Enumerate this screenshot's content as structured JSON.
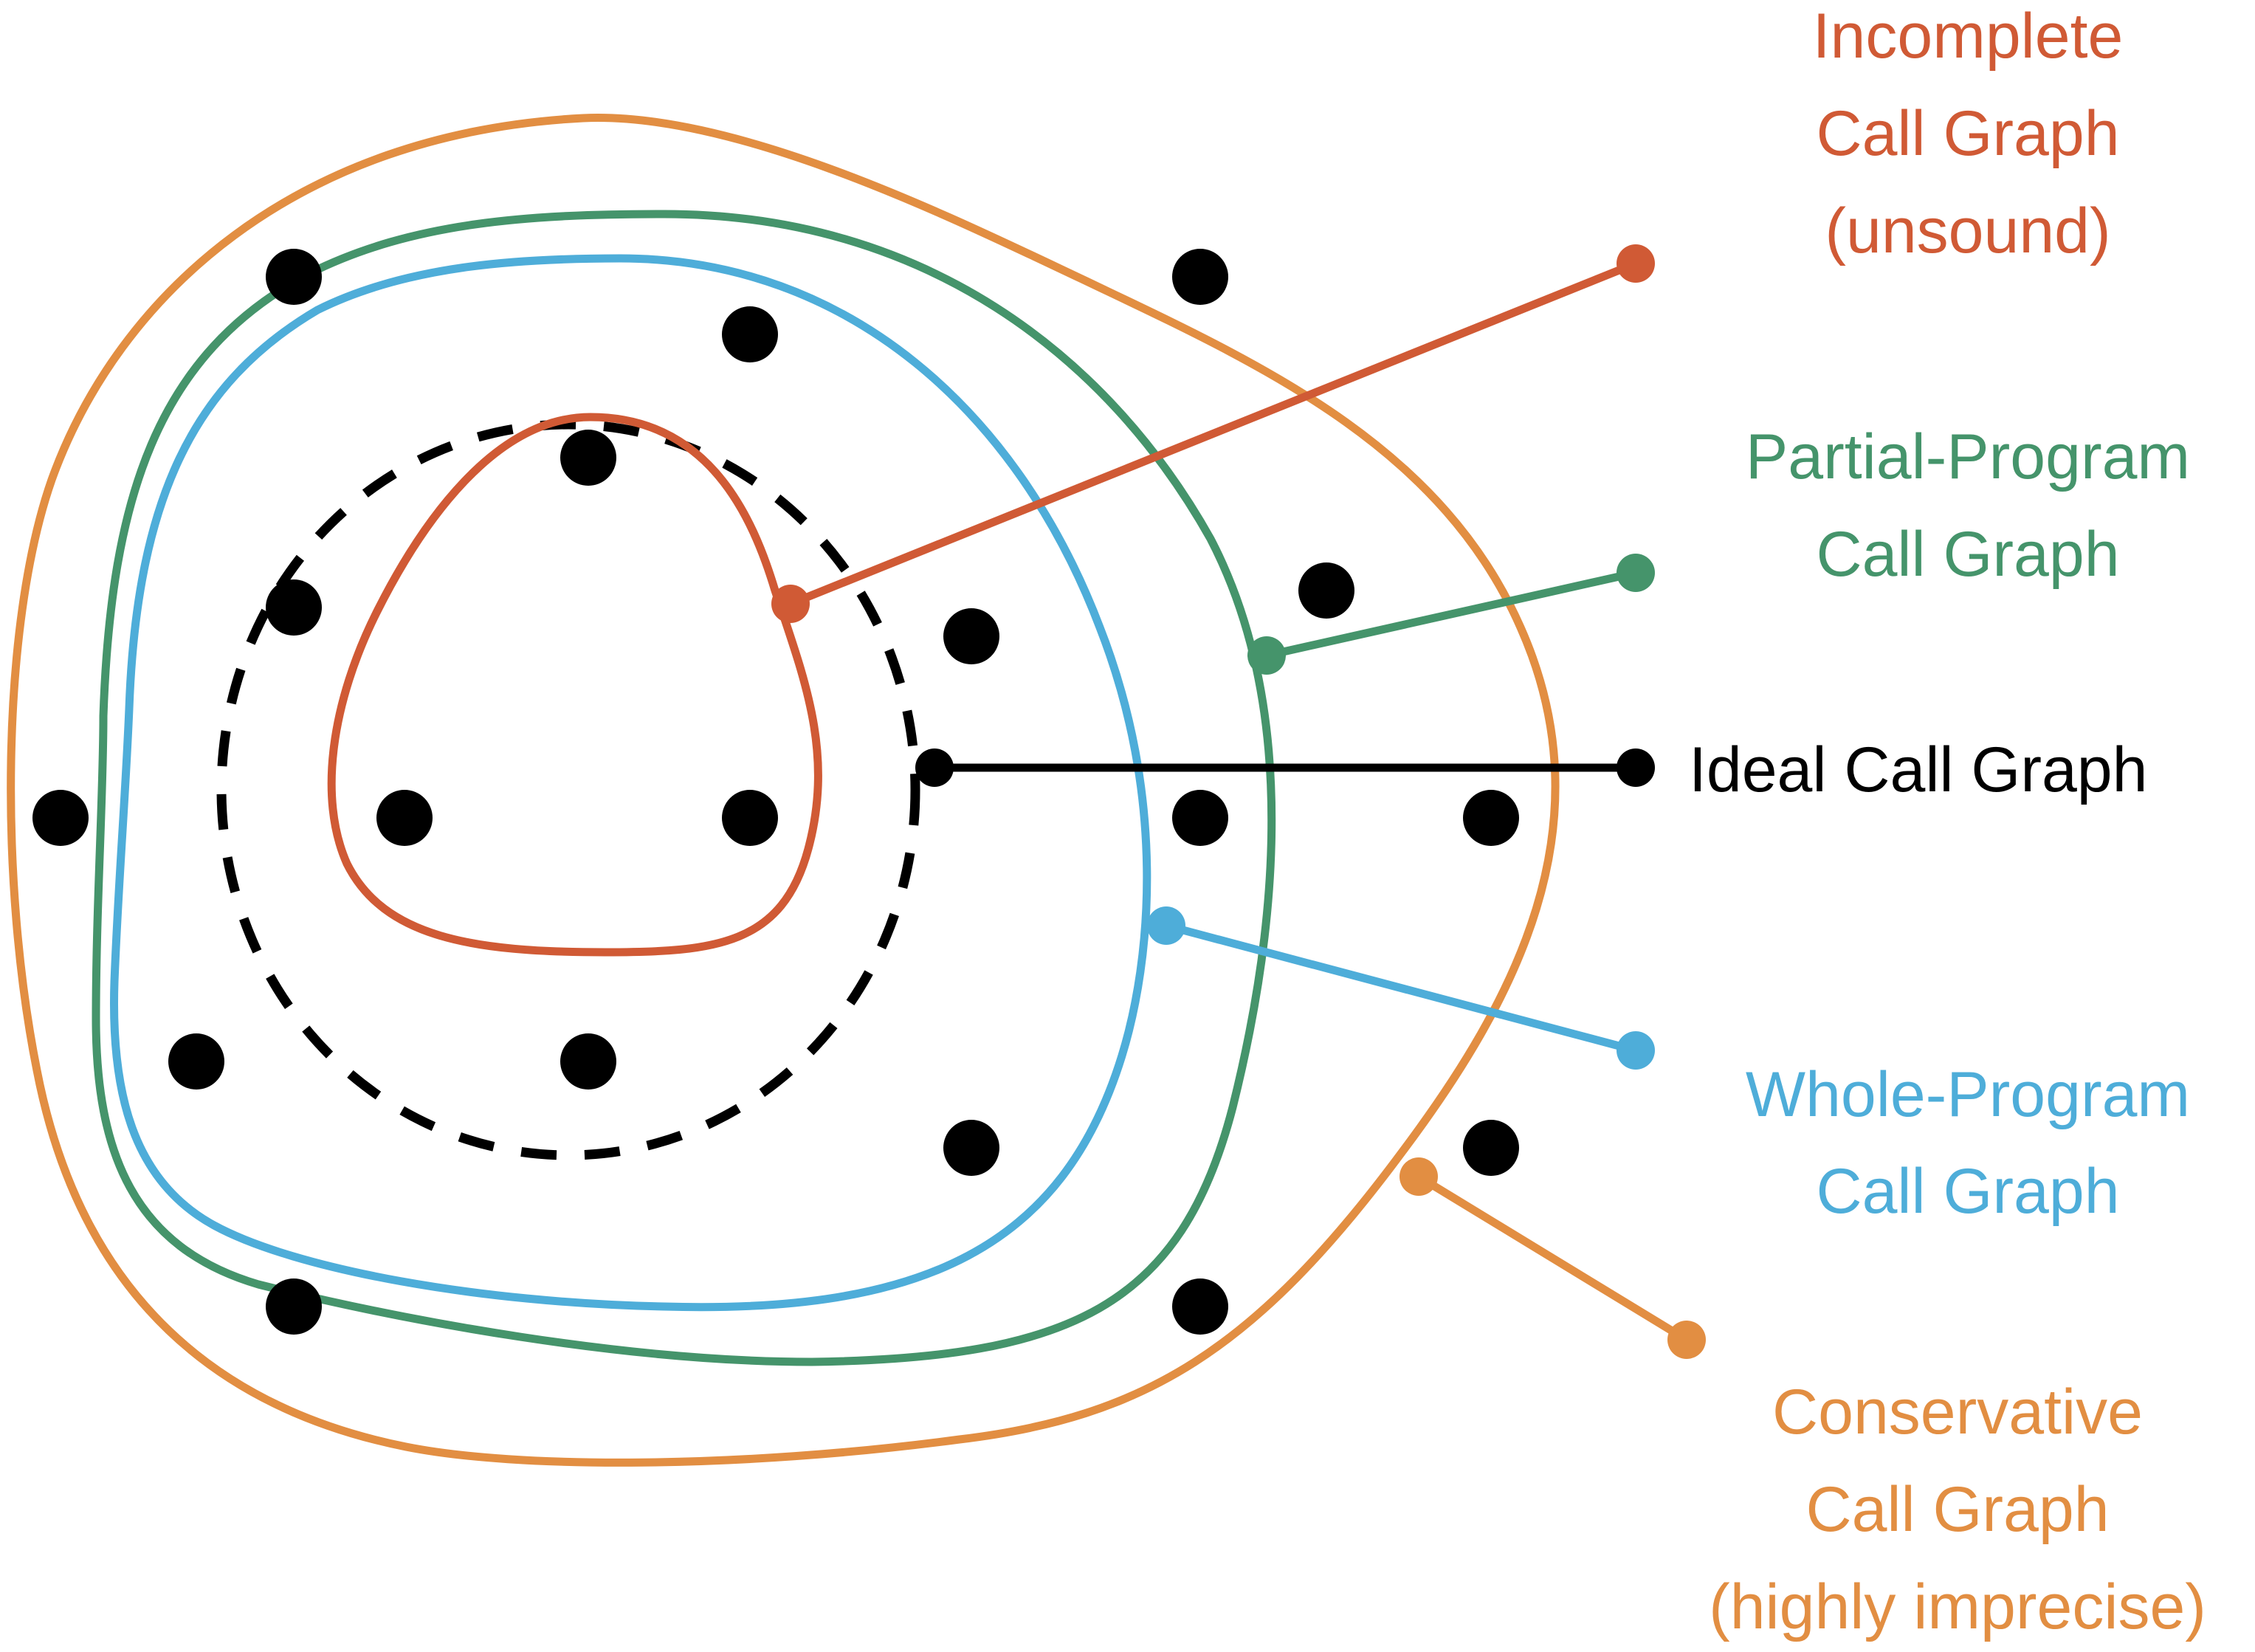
{
  "colors": {
    "incomplete": "#d05a35",
    "partial": "#45946b",
    "ideal": "#000000",
    "whole": "#4eadd9",
    "conservative": "#e28e42"
  },
  "labels": {
    "incomplete": [
      "Incomplete",
      "Call Graph",
      "(unsound)"
    ],
    "partial": [
      "Partial-Program",
      "Call Graph"
    ],
    "ideal": [
      "Ideal Call Graph"
    ],
    "whole": [
      "Whole-Program",
      "Call Graph"
    ],
    "conservative": [
      "Conservative",
      "Call Graph",
      "(highly imprecise)"
    ]
  }
}
